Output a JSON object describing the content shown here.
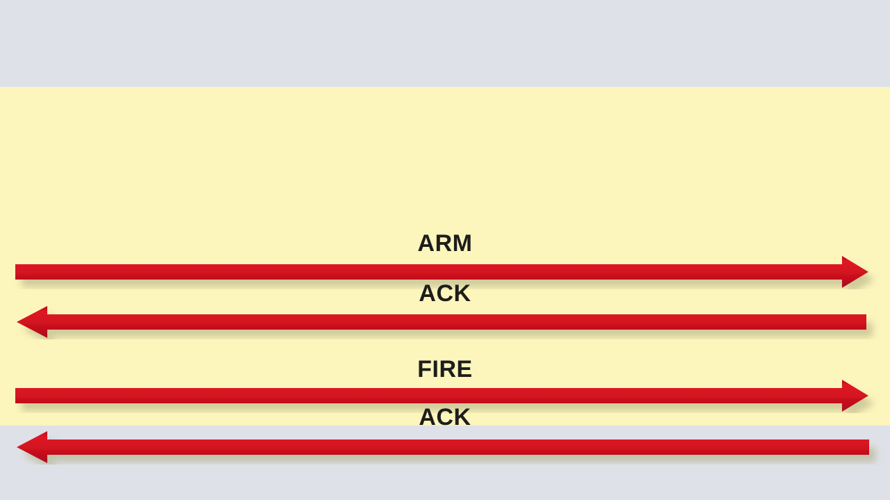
{
  "slide": {
    "background_color": "#fcf5bc",
    "surround_color": "#dee1e7",
    "arrow_color": "#d0121f",
    "label_color": "#1d1d1b",
    "shadow_color": "#9a9a6e"
  },
  "messages": [
    {
      "label": "ARM",
      "direction": "right",
      "icon": "arrow-right-icon"
    },
    {
      "label": "ACK",
      "direction": "left",
      "icon": "arrow-left-icon"
    },
    {
      "label": "FIRE",
      "direction": "right",
      "icon": "arrow-right-icon"
    },
    {
      "label": "ACK",
      "direction": "left",
      "icon": "arrow-left-icon"
    }
  ]
}
